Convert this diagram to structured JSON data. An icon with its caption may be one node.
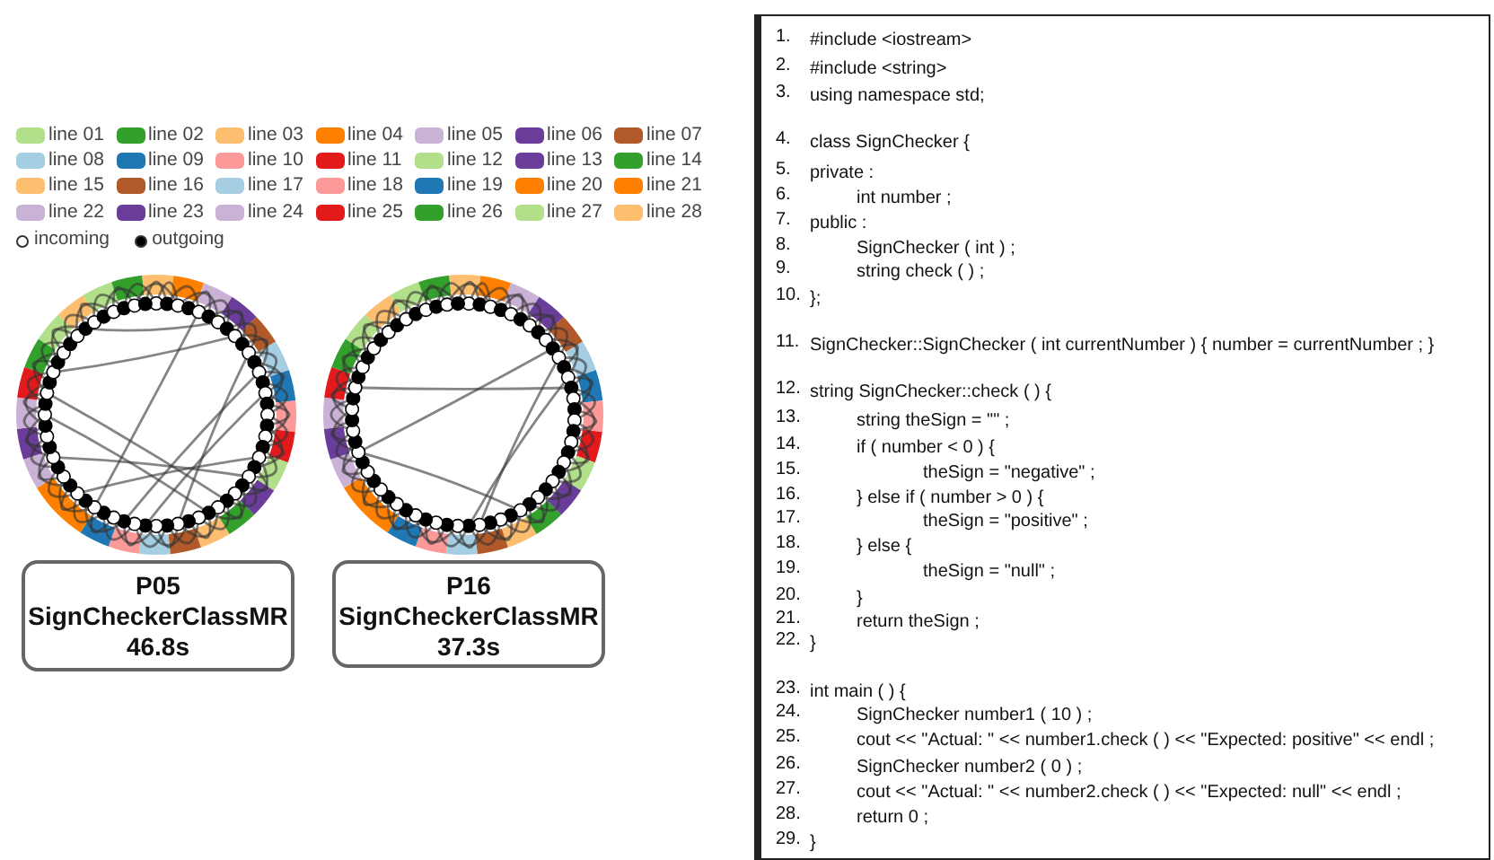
{
  "diagram": {
    "nodes": [
      {
        "text": [
          "P05",
          "SignCheckerClassMR",
          "46.8s"
        ]
      },
      {
        "text": [
          "P16",
          "SignCheckerClassMR",
          "37.3s"
        ]
      }
    ],
    "edges": [],
    "labels": [
      "1.",
      "#include <iostream>",
      "2.",
      "#include <string>",
      "3.",
      "using namespace std;",
      "4.",
      "class SignChecker {",
      "5.",
      "private :",
      "6.",
      "int number ;",
      "7.",
      "public :",
      "8.",
      "SignChecker ( int ) ;",
      "9.",
      "string check ( ) ;",
      "10.",
      "};",
      "11.",
      "SignChecker::SignChecker ( int currentNumber ) { number = currentNumber ; }",
      "12.",
      "string SignChecker::check ( ) {",
      "13.",
      "string theSign = \"\" ;",
      "14.",
      "if ( number < 0 ) {",
      "15.",
      "theSign = \"negative\" ;",
      "16.",
      "} else if ( number > 0 ) {",
      "17.",
      "theSign = \"positive\" ;",
      "18.",
      "} else {",
      "19.",
      "theSign = \"null\" ;",
      "20.",
      "}",
      "21.",
      "return theSign ;",
      "22.",
      "}",
      "23.",
      "int main ( ) {",
      "24.",
      "SignChecker number1 ( 10 ) ;",
      "25.",
      "cout << \"Actual: \" << number1.check ( ) << \"Expected: positive\" << endl ;",
      "26.",
      "SignChecker number2 ( 0 ) ;",
      "27.",
      "cout << \"Actual: \" << number2.check ( ) << \"Expected: null\" << endl ;",
      "28.",
      "return 0 ;",
      "29.",
      "}"
    ],
    "legend": [
      {
        "text": "line 01",
        "color": "#b2df8a"
      },
      {
        "text": "line 02",
        "color": "#33a02c"
      },
      {
        "text": "line 03",
        "color": "#fdbf6f"
      },
      {
        "text": "line 04",
        "color": "#ff7f00"
      },
      {
        "text": "line 05",
        "color": "#cab2d6"
      },
      {
        "text": "line 06",
        "color": "#6a3d9a"
      },
      {
        "text": "line 07",
        "color": "#b15928"
      },
      {
        "text": "line 08",
        "color": "#a6cee3"
      },
      {
        "text": "line 09",
        "color": "#1f78b4"
      },
      {
        "text": "line 10",
        "color": "#fb9a99"
      },
      {
        "text": "line 11",
        "color": "#e31a1c"
      },
      {
        "text": "line 12",
        "color": "#b2df8a"
      },
      {
        "text": "line 13",
        "color": "#6a3d9a"
      },
      {
        "text": "line 14",
        "color": "#33a02c"
      },
      {
        "text": "line 15",
        "color": "#fdbf6f"
      },
      {
        "text": "line 16",
        "color": "#b15928"
      },
      {
        "text": "line 17",
        "color": "#a6cee3"
      },
      {
        "text": "line 18",
        "color": "#fb9a99"
      },
      {
        "text": "line 19",
        "color": "#1f78b4"
      },
      {
        "text": "line 20",
        "color": "#ff7f00"
      },
      {
        "text": "line 21",
        "color": "#ff7f00"
      },
      {
        "text": "line 22",
        "color": "#cab2d6"
      },
      {
        "text": "line 23",
        "color": "#6a3d9a"
      },
      {
        "text": "line 24",
        "color": "#cab2d6"
      },
      {
        "text": "line 25",
        "color": "#e31a1c"
      },
      {
        "text": "line 26",
        "color": "#33a02c"
      },
      {
        "text": "line 27",
        "color": "#b2df8a"
      },
      {
        "text": "line 28",
        "color": "#fdbf6f"
      },
      {
        "text": "incoming"
      },
      {
        "text": "outgoing"
      }
    ]
  }
}
